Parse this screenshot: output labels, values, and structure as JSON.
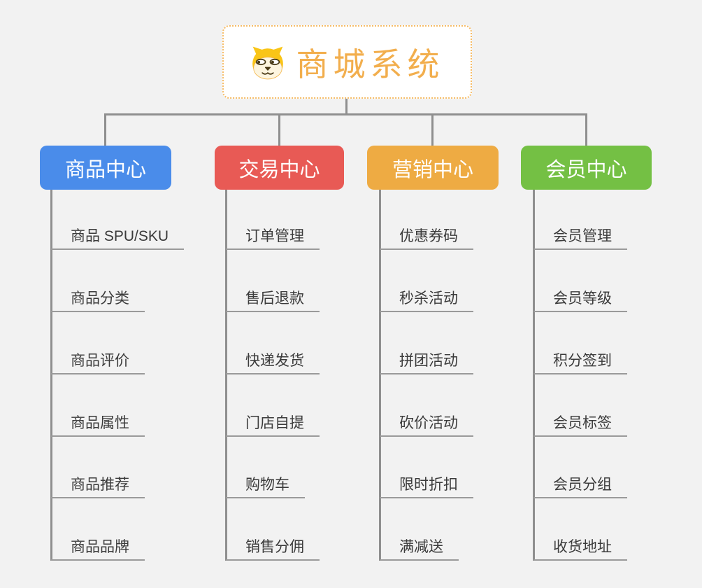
{
  "diagram": {
    "type": "mindmap-org-chart",
    "background_color": "#f2f2f2",
    "connector_color": "#8f8f8f",
    "leaf_underline_color": "#9a9a9a"
  },
  "root": {
    "title": "商城系统",
    "title_color": "#f2ae4d",
    "border_color": "#f6bc66",
    "icon": "shiba-dog-icon"
  },
  "branches": [
    {
      "label": "商品中心",
      "color": "#4a8cea",
      "items": [
        "商品 SPU/SKU",
        "商品分类",
        "商品评价",
        "商品属性",
        "商品推荐",
        "商品品牌"
      ]
    },
    {
      "label": "交易中心",
      "color": "#e85a55",
      "items": [
        "订单管理",
        "售后退款",
        "快递发货",
        "门店自提",
        "购物车",
        "销售分佣"
      ]
    },
    {
      "label": "营销中心",
      "color": "#eeab43",
      "items": [
        "优惠券码",
        "秒杀活动",
        "拼团活动",
        "砍价活动",
        "限时折扣",
        "满减送"
      ]
    },
    {
      "label": "会员中心",
      "color": "#74c044",
      "items": [
        "会员管理",
        "会员等级",
        "积分签到",
        "会员标签",
        "会员分组",
        "收货地址"
      ]
    }
  ]
}
